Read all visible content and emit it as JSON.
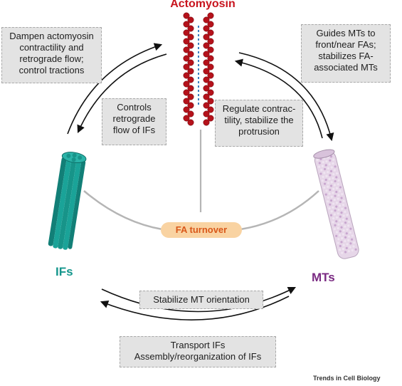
{
  "labels": {
    "actomyosin": "Actomyosin",
    "ifs": "IFs",
    "mts": "MTs",
    "fa_turnover": "FA turnover"
  },
  "boxes": {
    "dampen": "Dampen actomyosin\ncontractility and\nretrograde flow;\ncontrol tractions",
    "controls_retrograde": "Controls\nretrograde\nflow of IFs",
    "regulate_contractility": "Regulate contrac-\ntility, stabilize the\nprotrusion",
    "guides_mts": "Guides MTs to\nfront/near FAs;\nstabilizes FA-\nassociated MTs",
    "stabilize_mt": "Stabilize MT orientation",
    "transport_ifs": "Transport IFs\nAssembly/reorganization of IFs"
  },
  "credit": "Trends in Cell Biology",
  "colors": {
    "actomyosin": "#c8141e",
    "ifs": "#14968c",
    "mts": "#7a2a82",
    "fa_pill": "#f9d3a2",
    "fa_text": "#d9581a"
  }
}
